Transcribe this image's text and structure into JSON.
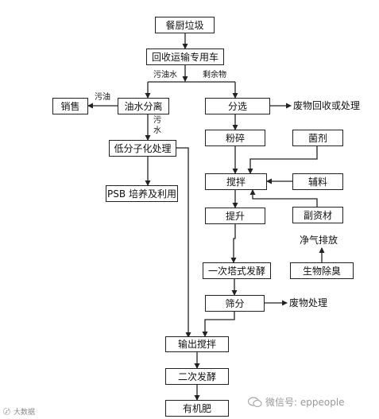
{
  "nodes": {
    "kitchen_waste": "餐厨垃圾",
    "transport_vehicle": "回收运输专用车",
    "oil_water_sep": "油水分离",
    "sales": "销售",
    "low_molecular": "低分子化处理",
    "psb": "PSB 培养及利用",
    "sorting": "分选",
    "crushing": "粉碎",
    "bacteria_agent": "菌剂",
    "mixing": "搅拌",
    "auxiliary": "辅料",
    "lifting": "提升",
    "by_material": "副资材",
    "clean_discharge": "净气排放",
    "bio_deodor": "生物除臭",
    "tower_ferment": "一次塔式发酵",
    "screening": "筛分",
    "output_mix": "输出搅拌",
    "second_ferment": "二次发酵",
    "organic_fert": "有机肥"
  },
  "labels": {
    "oily_water": "污油水",
    "residue": "剩余物",
    "waste_oil": "污油",
    "wastewater_1": "污",
    "wastewater_2": "水",
    "waste_recycle": "废物回收或处理",
    "waste_treatment": "废物处理"
  },
  "watermark": {
    "right": "微信号: eppeople",
    "left": "大数据"
  }
}
